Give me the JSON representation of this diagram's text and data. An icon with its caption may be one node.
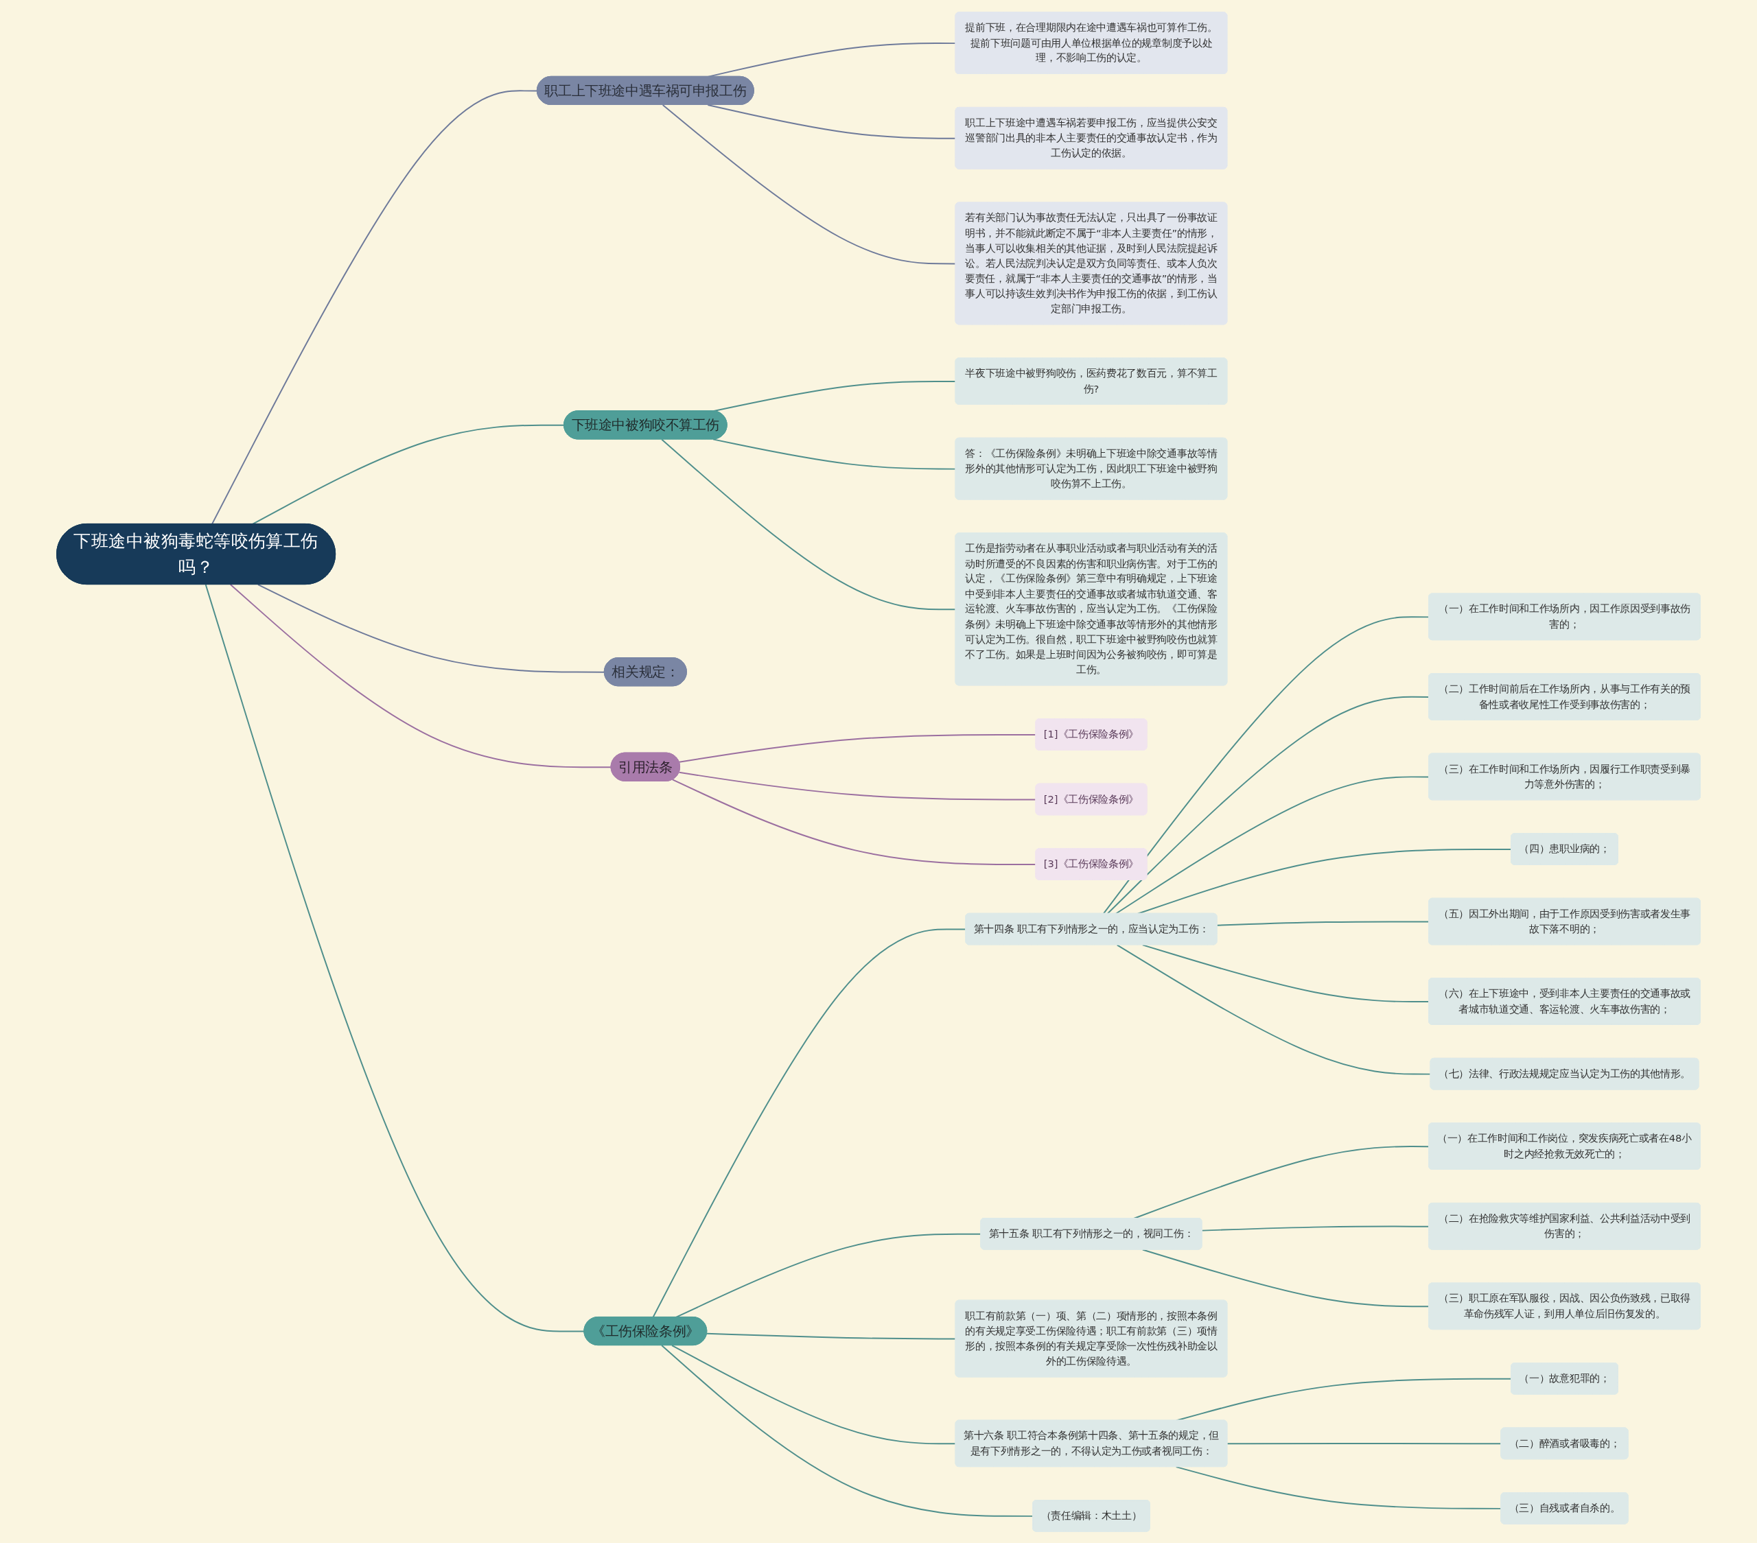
{
  "diagram": {
    "nodes": [
      {
        "text": [
          "下班途中被狗毒蛇等咬伤算工伤吗？"
        ]
      },
      {
        "text": [
          "职工上下班途中遇车祸可申报工伤"
        ]
      },
      {
        "text": [
          "提前下班，在合理期限内在途中遭遇车祸也可算作工伤。提前下班问题可由用人单位根据单位的规章制度予以处理，不影响工伤的认定。"
        ]
      },
      {
        "text": [
          "职工上下班途中遭遇车祸若要申报工伤，应当提供公安交巡警部门出具的非本人主要责任的交通事故认定书，作为工伤认定的依据。"
        ]
      },
      {
        "text": [
          "若有关部门认为事故责任无法认定，只出具了一份事故证明书，并不能就此断定不属于“非本人主要责任”的情形，当事人可以收集相关的其他证据，及时到人民法院提起诉讼。若人民法院判决认定是双方负同等责任、或本人负次要责任，就属于“非本人主要责任的交通事故”的情形，当事人可以持该生效判决书作为申报工伤的依据，到工伤认定部门申报工伤。"
        ]
      },
      {
        "text": [
          "下班途中被狗咬不算工伤"
        ]
      },
      {
        "text": [
          "半夜下班途中被野狗咬伤，医药费花了数百元，算不算工伤?"
        ]
      },
      {
        "text": [
          "答：《工伤保险条例》未明确上下班途中除交通事故等情形外的其他情形可认定为工伤，因此职工下班途中被野狗咬伤算不上工伤。"
        ]
      },
      {
        "text": [
          "工伤是指劳动者在从事职业活动或者与职业活动有关的活动时所遭受的不良因素的伤害和职业病伤害。对于工伤的认定，《工伤保险条例》第三章中有明确规定，上下班途中受到非本人主要责任的交通事故或者城市轨道交通、客运轮渡、火车事故伤害的，应当认定为工伤。《工伤保险条例》未明确上下班途中除交通事故等情形外的其他情形可认定为工伤。很自然，职工下班途中被野狗咬伤也就算不了工伤。如果是上班时间因为公务被狗咬伤，即可算是工伤。"
        ]
      },
      {
        "text": [
          "相关规定："
        ]
      },
      {
        "text": [
          "引用法条"
        ]
      },
      {
        "text": [
          "[1]《工伤保险条例》"
        ]
      },
      {
        "text": [
          "[2]《工伤保险条例》"
        ]
      },
      {
        "text": [
          "[3]《工伤保险条例》"
        ]
      },
      {
        "text": [
          "《工伤保险条例》"
        ]
      },
      {
        "text": [
          "第十四条 职工有下列情形之一的，应当认定为工伤："
        ]
      },
      {
        "text": [
          "（一）在工作时间和工作场所内，因工作原因受到事故伤害的；"
        ]
      },
      {
        "text": [
          "（二）工作时间前后在工作场所内，从事与工作有关的预备性或者收尾性工作受到事故伤害的；"
        ]
      },
      {
        "text": [
          "（三）在工作时间和工作场所内，因履行工作职责受到暴力等意外伤害的；"
        ]
      },
      {
        "text": [
          "（四）患职业病的；"
        ]
      },
      {
        "text": [
          "（五）因工外出期间，由于工作原因受到伤害或者发生事故下落不明的；"
        ]
      },
      {
        "text": [
          "（六）在上下班途中，受到非本人主要责任的交通事故或者城市轨道交通、客运轮渡、火车事故伤害的；"
        ]
      },
      {
        "text": [
          "（七）法律、行政法规规定应当认定为工伤的其他情形。"
        ]
      },
      {
        "text": [
          "第十五条 职工有下列情形之一的，视同工伤："
        ]
      },
      {
        "text": [
          "（一）在工作时间和工作岗位，突发疾病死亡或者在48小时之内经抢救无效死亡的；"
        ]
      },
      {
        "text": [
          "（二）在抢险救灾等维护国家利益、公共利益活动中受到伤害的；"
        ]
      },
      {
        "text": [
          "（三）职工原在军队服役，因战、因公负伤致残，已取得革命伤残军人证，到用人单位后旧伤复发的。"
        ]
      },
      {
        "text": [
          "职工有前款第（一）项、第（二）项情形的，按照本条例的有关规定享受工伤保险待遇；职工有前款第（三）项情形的，按照本条例的有关规定享受除一次性伤残补助金以外的工伤保险待遇。"
        ]
      },
      {
        "text": [
          "第十六条 职工符合本条例第十四条、第十五条的规定，但是有下列情形之一的，不得认定为工伤或者视同工伤："
        ]
      },
      {
        "text": [
          "（一）故意犯罪的；"
        ]
      },
      {
        "text": [
          "（二）醉酒或者吸毒的；"
        ]
      },
      {
        "text": [
          "（三）自残或者自杀的。"
        ]
      },
      {
        "text": [
          "（责任编辑：木土土）"
        ]
      }
    ],
    "edges": [
      {
        "from": 0,
        "to": 1,
        "arrow": "none",
        "color": "#6e7a9a"
      },
      {
        "from": 1,
        "to": 2,
        "arrow": "none",
        "color": "#6e7a9a"
      },
      {
        "from": 1,
        "to": 3,
        "arrow": "none",
        "color": "#6e7a9a"
      },
      {
        "from": 1,
        "to": 4,
        "arrow": "none",
        "color": "#6e7a9a"
      },
      {
        "from": 0,
        "to": 5,
        "arrow": "none"
      },
      {
        "from": 5,
        "to": 6,
        "arrow": "none"
      },
      {
        "from": 5,
        "to": 7,
        "arrow": "none"
      },
      {
        "from": 5,
        "to": 8,
        "arrow": "none"
      },
      {
        "from": 0,
        "to": 9,
        "arrow": "none",
        "color": "#6e7a9a"
      },
      {
        "from": 0,
        "to": 10,
        "arrow": "none",
        "color": "#9b6fa0"
      },
      {
        "from": 10,
        "to": 11,
        "arrow": "none",
        "color": "#9b6fa0"
      },
      {
        "from": 10,
        "to": 12,
        "arrow": "none",
        "color": "#9b6fa0"
      },
      {
        "from": 10,
        "to": 13,
        "arrow": "none",
        "color": "#9b6fa0"
      },
      {
        "from": 0,
        "to": 14,
        "arrow": "none"
      },
      {
        "from": 14,
        "to": 15,
        "arrow": "none"
      },
      {
        "from": 15,
        "to": 16,
        "arrow": "none"
      },
      {
        "from": 15,
        "to": 17,
        "arrow": "none"
      },
      {
        "from": 15,
        "to": 18,
        "arrow": "none"
      },
      {
        "from": 15,
        "to": 19,
        "arrow": "none"
      },
      {
        "from": 15,
        "to": 20,
        "arrow": "none"
      },
      {
        "from": 15,
        "to": 21,
        "arrow": "none"
      },
      {
        "from": 15,
        "to": 22,
        "arrow": "none"
      },
      {
        "from": 14,
        "to": 23,
        "arrow": "none"
      },
      {
        "from": 23,
        "to": 24,
        "arrow": "none"
      },
      {
        "from": 23,
        "to": 25,
        "arrow": "none"
      },
      {
        "from": 23,
        "to": 26,
        "arrow": "none"
      },
      {
        "from": 14,
        "to": 27,
        "arrow": "none"
      },
      {
        "from": 14,
        "to": 28,
        "arrow": "none"
      },
      {
        "from": 28,
        "to": 29,
        "arrow": "none"
      },
      {
        "from": 28,
        "to": 30,
        "arrow": "none"
      },
      {
        "from": 28,
        "to": 31,
        "arrow": "none"
      },
      {
        "from": 14,
        "to": 32,
        "arrow": "none"
      }
    ]
  }
}
